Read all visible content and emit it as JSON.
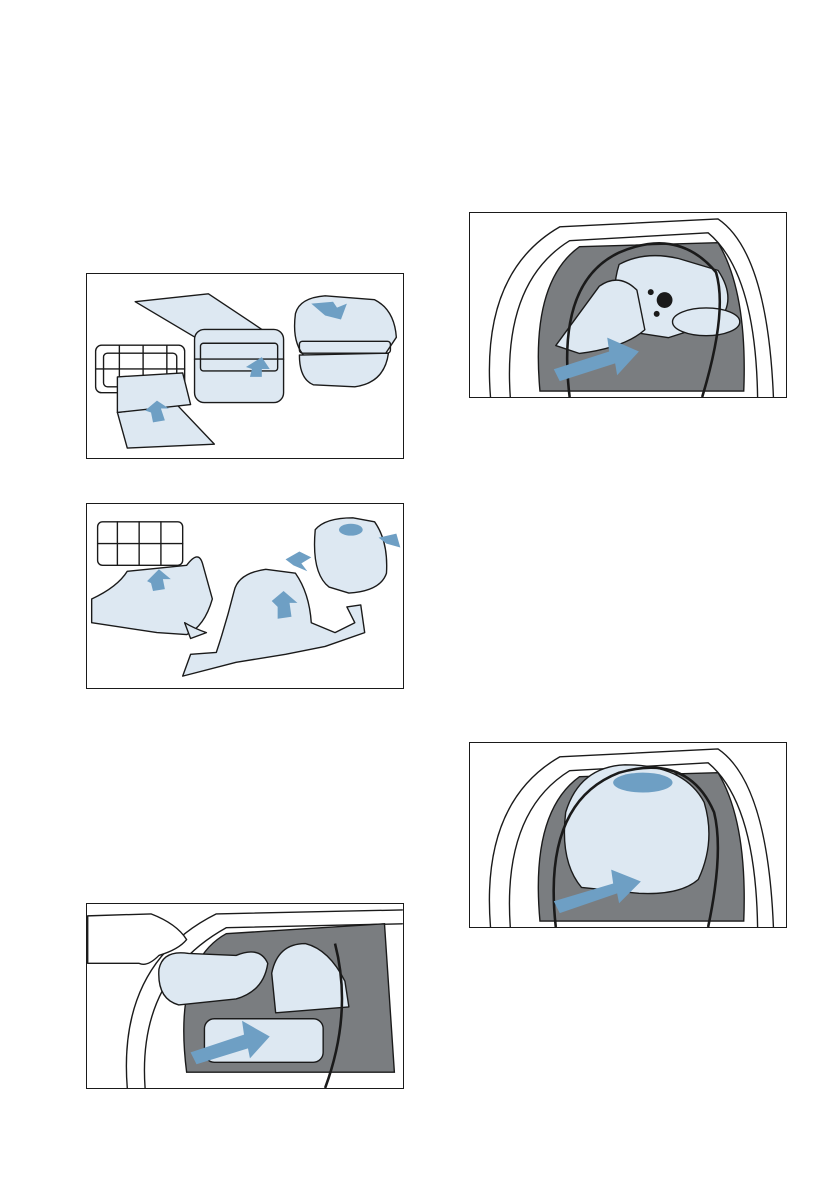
{
  "figures": [
    {
      "id": "fig-1",
      "content": "illustration"
    },
    {
      "id": "fig-2",
      "content": "illustration"
    },
    {
      "id": "fig-3",
      "content": "illustration"
    },
    {
      "id": "fig-4",
      "content": "illustration"
    },
    {
      "id": "fig-5",
      "content": "illustration"
    }
  ],
  "colors": {
    "cloth": "#dde8f2",
    "arrow": "#6e9fc4",
    "drum": "#7a7d80",
    "outline": "#1a1a1a"
  },
  "icons": [
    "arrow-icon"
  ]
}
